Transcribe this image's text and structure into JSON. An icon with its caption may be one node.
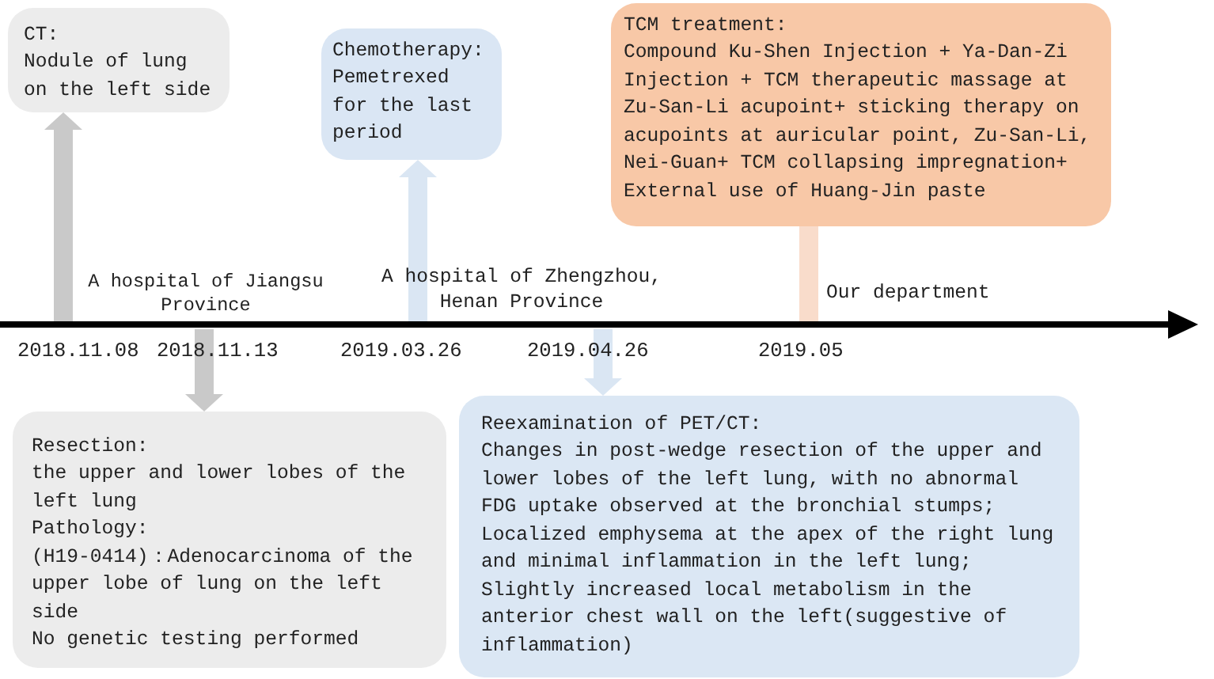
{
  "diagram": {
    "nodes": [
      {
        "text": [
          "CT:",
          "Nodule of lung on the left side"
        ]
      },
      {
        "text": [
          "Chemotherapy:",
          "Pemetrexed for the last period"
        ]
      },
      {
        "text": [
          "TCM treatment:",
          "Compound Ku-Shen Injection + Ya-Dan-Zi Injection + TCM therapeutic massage at Zu-San-Li acupoint+ sticking therapy on acupoints at auricular point, Zu-San-Li, Nei-Guan+ TCM collapsing impregnation+ External use of Huang-Jin paste"
        ]
      },
      {
        "text": [
          "Resection:",
          "the upper and lower lobes of the left lung",
          "Pathology:",
          "(H19-0414)：Adenocarcinoma of the upper lobe of lung on the left side",
          "No genetic testing performed"
        ]
      },
      {
        "text": [
          "Reexamination of PET/CT:",
          "Changes in post-wedge resection of the upper and lower lobes of the left lung, with no abnormal FDG uptake observed at the bronchial stumps;",
          "Localized emphysema at the apex of the right lung and minimal inflammation in the left lung;",
          "Slightly increased local metabolism in the anterior chest wall on the left(suggestive of inflammation)"
        ]
      }
    ],
    "edges": [
      {
        "from": null,
        "to": 0,
        "arrow": "to",
        "color": "#c9c9c9"
      },
      {
        "from": null,
        "to": 3,
        "arrow": "to",
        "color": "#c9c9c9"
      },
      {
        "from": null,
        "to": 1,
        "arrow": "to",
        "color": "#dae6f3"
      },
      {
        "from": null,
        "to": 4,
        "arrow": "to",
        "color": "#dae6f3"
      },
      {
        "from": null,
        "to": 2,
        "arrow": "none",
        "color": "#f9dccb"
      }
    ],
    "labels": [
      "A hospital of Jiangsu Province",
      "A hospital of Zhengzhou, Henan Province",
      "Our department",
      "2018.11.08",
      "2018.11.13",
      "2019.03.26",
      "2019.04.26",
      "2019.05"
    ]
  }
}
